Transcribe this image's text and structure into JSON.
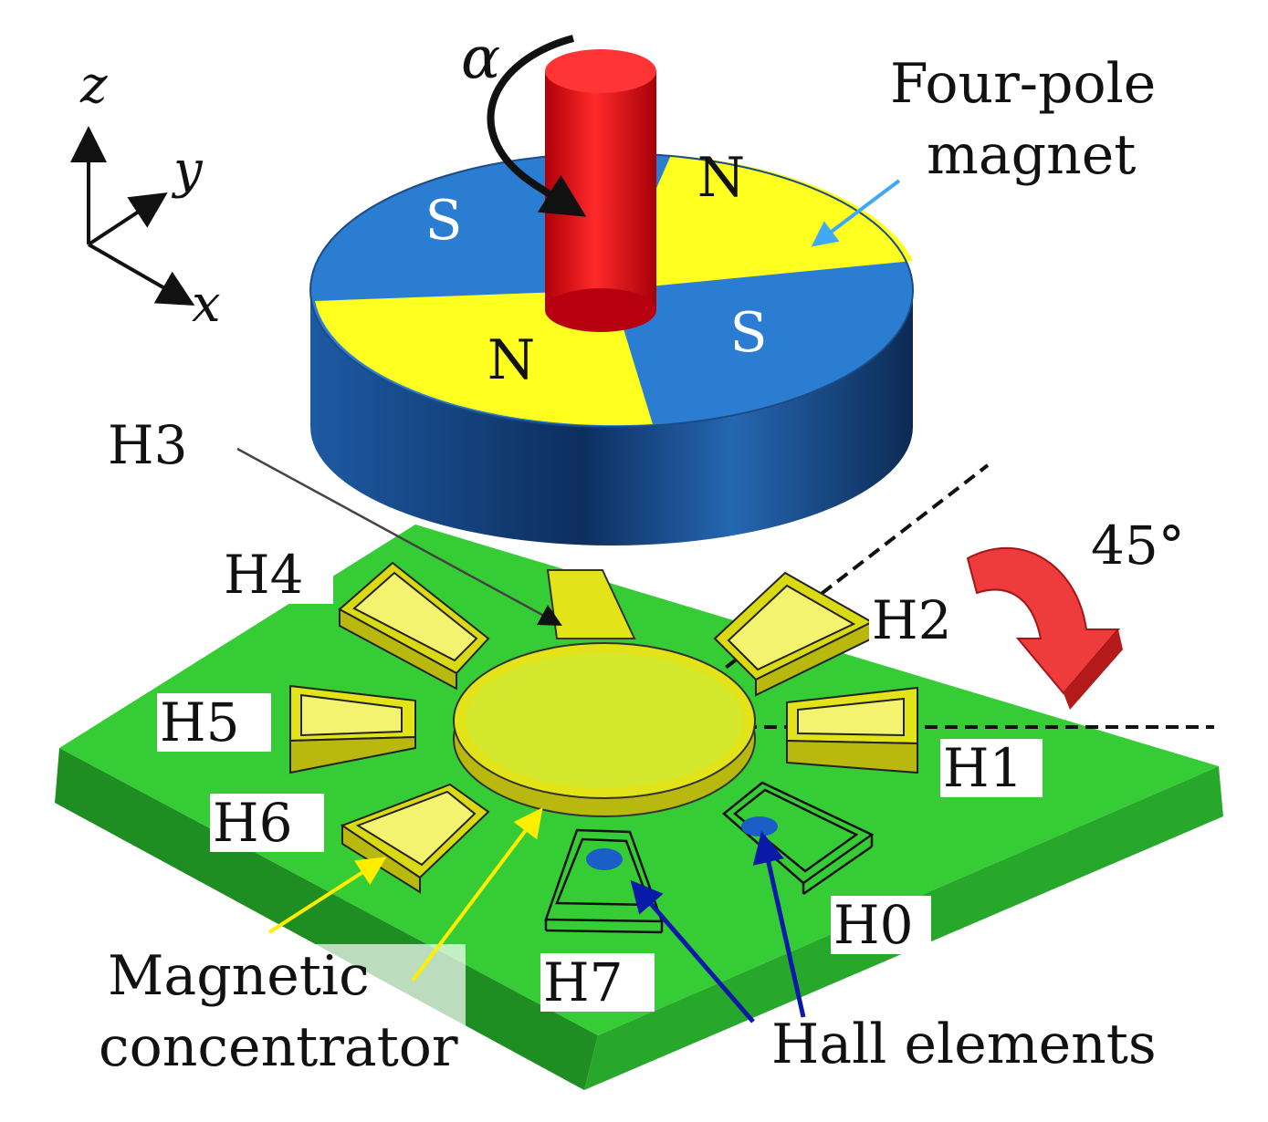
{
  "axes": {
    "z": "z",
    "y": "y",
    "x": "x"
  },
  "rotation_symbol": "α",
  "magnet": {
    "label_line1": "Four-pole",
    "label_line2": "magnet",
    "poles": [
      "S",
      "N",
      "N",
      "S"
    ]
  },
  "angle_label": "45°",
  "hall_positions": [
    "H0",
    "H1",
    "H2",
    "H3",
    "H4",
    "H5",
    "H6",
    "H7"
  ],
  "concentrator_label_line1": "Magnetic",
  "concentrator_label_line2": "concentrator",
  "hall_elements_label": "Hall elements",
  "colors": {
    "board": "#35cc35",
    "board_side": "#1e8e22",
    "magnet_blue": "#2a7dd1",
    "magnet_side": "#1a4f8f",
    "magnet_yellow": "#ffff20",
    "shaft": "#e8141e",
    "concentrator": "#e8e820",
    "rotation_arrow": "#ee3b3b",
    "pointer_yellow": "#ffee00",
    "pointer_blue": "#0a1aa8",
    "pointer_lightblue": "#3fa9f5"
  }
}
